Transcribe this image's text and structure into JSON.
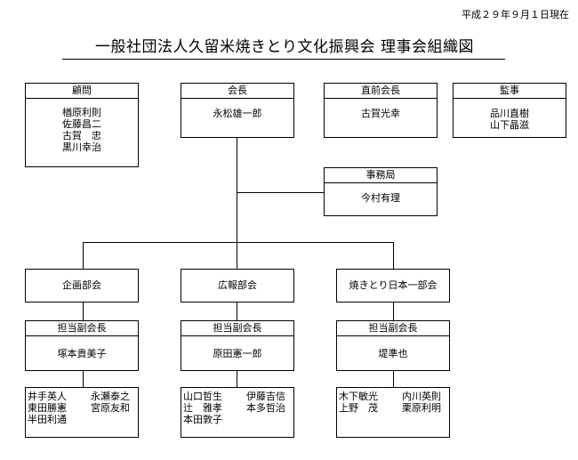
{
  "date": "平成２９年９月１日現在",
  "title": "一般社団法人久留米焼きとり文化振興会 理事会組織図",
  "komon": {
    "label": "顧問",
    "names": [
      "楢原利則",
      "佐藤昌二",
      "古賀　忠",
      "黒川幸治"
    ]
  },
  "kaicho": {
    "label": "会長",
    "names": [
      "永松雄一郎"
    ]
  },
  "chokuzen": {
    "label": "直前会長",
    "names": [
      "古賀光幸"
    ]
  },
  "kanji": {
    "label": "監事",
    "names": [
      "品川直樹",
      "山下晶滋"
    ]
  },
  "jimukyoku": {
    "label": "事務局",
    "names": [
      "今村有理"
    ]
  },
  "departments": [
    {
      "name": "企画部会",
      "vp_label": "担当副会長",
      "vp_name": "塚本貴美子",
      "members": [
        [
          "井手英人",
          "永瀬泰之"
        ],
        [
          "東田勝憲",
          "宮原友和"
        ],
        [
          "半田利通",
          ""
        ]
      ]
    },
    {
      "name": "広報部会",
      "vp_label": "担当副会長",
      "vp_name": "原田憲一郎",
      "members": [
        [
          "山口哲生",
          "伊藤吉信"
        ],
        [
          "辻　雅孝",
          "本多哲治"
        ],
        [
          "本田敦子",
          ""
        ]
      ]
    },
    {
      "name": "焼きとり日本一部会",
      "vp_label": "担当副会長",
      "vp_name": "堤準也",
      "members": [
        [
          "木下敏光",
          "内川英則"
        ],
        [
          "上野　茂",
          "栗原利明"
        ]
      ]
    }
  ]
}
